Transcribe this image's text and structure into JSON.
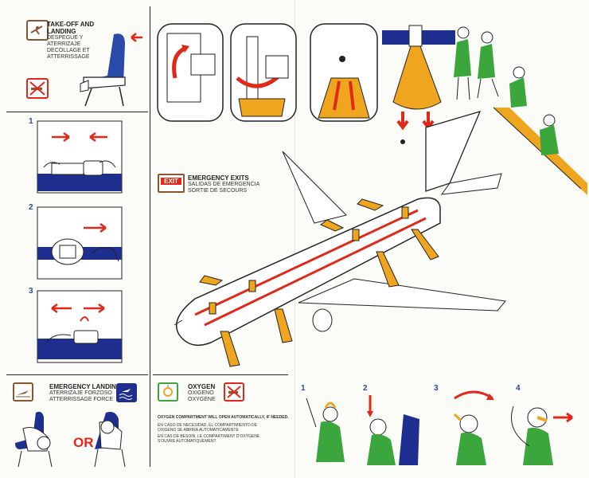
{
  "sections": {
    "takeoff": {
      "title": "TAKE-OFF AND LANDING",
      "title_lines": [
        "TAKE-OFF AND",
        "LANDING"
      ],
      "lines": [
        "DESPEGUE Y",
        "ATERRIZAJE",
        "DECOLLAGE ET",
        "ATTERRISSAGE"
      ]
    },
    "seatbelt_steps": [
      "1",
      "2",
      "3"
    ],
    "emergency_exits": {
      "badge": "EXIT",
      "title": "EMERGENCY EXITS",
      "lines": [
        "SALIDAS DE EMERGENCIA",
        "SORTIE DE SECOURS"
      ]
    },
    "emergency_landing": {
      "title": "EMERGENCY LANDING",
      "lines": [
        "ATERRIZAJE FORZOSO",
        "ATTERRISSAGE FORCE"
      ],
      "or_label": "OR"
    },
    "oxygen": {
      "title": "OXYGEN",
      "lines": [
        "OXIGENO",
        "OXYGENE"
      ],
      "notice": "OXYGEN COMPARTMENT WILL OPEN AUTOMATICALLY, IF NEEDED.",
      "notice_es": [
        "EN CASO DE NECESIDAD, EL COMPARTIMIENTO DE",
        "OXIGENO SE ABRIRA AUTOMATICAMENTE"
      ],
      "notice_fr": [
        "EN CAS DE BESOIN, LE COMPARTIMENT D'OXYGENE",
        "S'OUVRE AUTOMATIQUEMENT"
      ],
      "steps": [
        "1",
        "2",
        "3",
        "4"
      ]
    }
  },
  "colors": {
    "red": "#e0291b",
    "orange": "#f0a51e",
    "navy": "#1e2f8f",
    "green": "#3aa63c",
    "brown": "#8a5530"
  },
  "icons": [
    "no-smoking-icon",
    "fasten-seatbelt-icon",
    "exit-icon",
    "water-landing-icon",
    "oxygen-mask-icon",
    "crash-landing-icon"
  ]
}
